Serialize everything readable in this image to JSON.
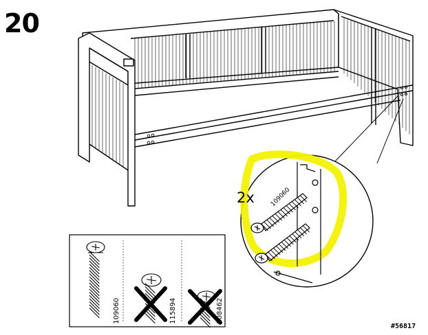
{
  "step": {
    "number": "20"
  },
  "detail": {
    "quantity": "2x",
    "screw_code": "109060"
  },
  "parts_box": {
    "items": [
      {
        "code": "109060",
        "allowed": true
      },
      {
        "code": "115894",
        "allowed": false
      },
      {
        "code": "108462",
        "allowed": false
      }
    ]
  },
  "footer": {
    "doc_id": "#56817"
  },
  "colors": {
    "highlight": "#f2f200",
    "ink": "#000000"
  }
}
